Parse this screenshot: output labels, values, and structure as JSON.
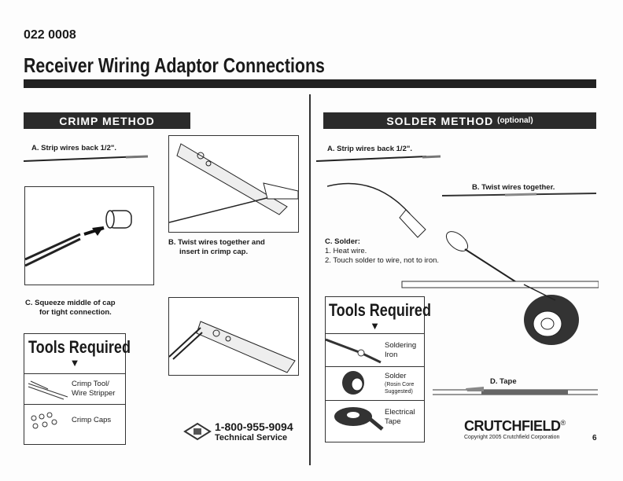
{
  "doc_id": "022 0008",
  "title": "Receiver Wiring Adaptor Connections",
  "crimp": {
    "header": "CRIMP METHOD",
    "step_a": "A.  Strip wires back 1/2\".",
    "step_b": [
      "B.  Twist wires together and",
      "insert in crimp cap."
    ],
    "step_c": [
      "C.  Squeeze middle of cap",
      "for tight connection."
    ],
    "tools": {
      "title": "Tools Required",
      "items": [
        {
          "label": [
            "Crimp Tool/",
            "Wire Stripper"
          ],
          "icon": "crimp-tool-icon"
        },
        {
          "label": [
            "Crimp Caps"
          ],
          "icon": "crimp-caps-icon"
        }
      ]
    }
  },
  "solder": {
    "header": "SOLDER METHOD",
    "header_note": "(optional)",
    "step_a": "A.  Strip wires back 1/2\".",
    "step_b": "B.  Twist wires together.",
    "step_c": {
      "title": "C.  Solder:",
      "lines": [
        "1.  Heat wire.",
        "2.  Touch solder to wire, not to iron."
      ]
    },
    "step_d": "D.  Tape",
    "tools": {
      "title": "Tools Required",
      "items": [
        {
          "label": [
            "Soldering",
            "Iron"
          ],
          "icon": "soldering-iron-icon"
        },
        {
          "label": [
            "Solder"
          ],
          "note": [
            "(Rosin Core",
            "Suggested)"
          ],
          "icon": "solder-spool-icon"
        },
        {
          "label": [
            "Electrical",
            "Tape"
          ],
          "icon": "tape-roll-icon"
        }
      ]
    }
  },
  "support": {
    "phone": "1-800-955-9094",
    "label": "Technical Service"
  },
  "footer": {
    "brand": "CRUTCHFIELD",
    "reg": "®",
    "copyright": "Copyright 2005  Crutchfield Corporation",
    "page": "6"
  }
}
